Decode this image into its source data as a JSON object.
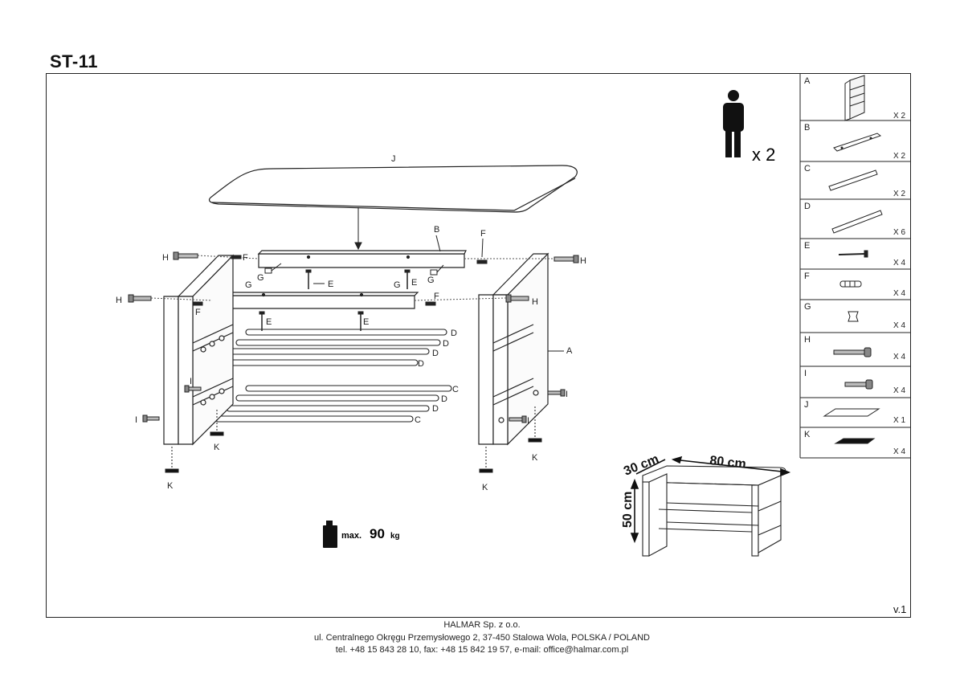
{
  "header": {
    "model": "ST-11"
  },
  "people": {
    "label": "x 2",
    "icon": "person-icon"
  },
  "load": {
    "prefix": "max.",
    "value": "90",
    "unit": "kg",
    "icon": "weight-icon"
  },
  "dimensions": {
    "depth": "30 cm",
    "width": "80 cm",
    "height": "50 cm"
  },
  "parts": [
    {
      "letter": "A",
      "qty": "X 2"
    },
    {
      "letter": "B",
      "qty": "X 2"
    },
    {
      "letter": "C",
      "qty": "X 2"
    },
    {
      "letter": "D",
      "qty": "X 6"
    },
    {
      "letter": "E",
      "qty": "X 4"
    },
    {
      "letter": "F",
      "qty": "X 4"
    },
    {
      "letter": "G",
      "qty": "X 4"
    },
    {
      "letter": "H",
      "qty": "X 4"
    },
    {
      "letter": "I",
      "qty": "X 4"
    },
    {
      "letter": "J",
      "qty": "X 1"
    },
    {
      "letter": "K",
      "qty": "X 4"
    }
  ],
  "callouts": {
    "J": "J",
    "B": "B",
    "F": "F",
    "H": "H",
    "G": "G",
    "E": "E",
    "A": "A",
    "D": "D",
    "C": "C",
    "I": "I",
    "K": "K"
  },
  "version": "v.1",
  "footer": {
    "company": "HALMAR Sp. z o.o.",
    "address": "ul. Centralnego Okręgu Przemysłowego 2, 37-450 Stalowa Wola, POLSKA / POLAND",
    "contact": "tel. +48 15 843 28 10, fax: +48 15 842 19 57, e-mail: office@halmar.com.pl"
  }
}
